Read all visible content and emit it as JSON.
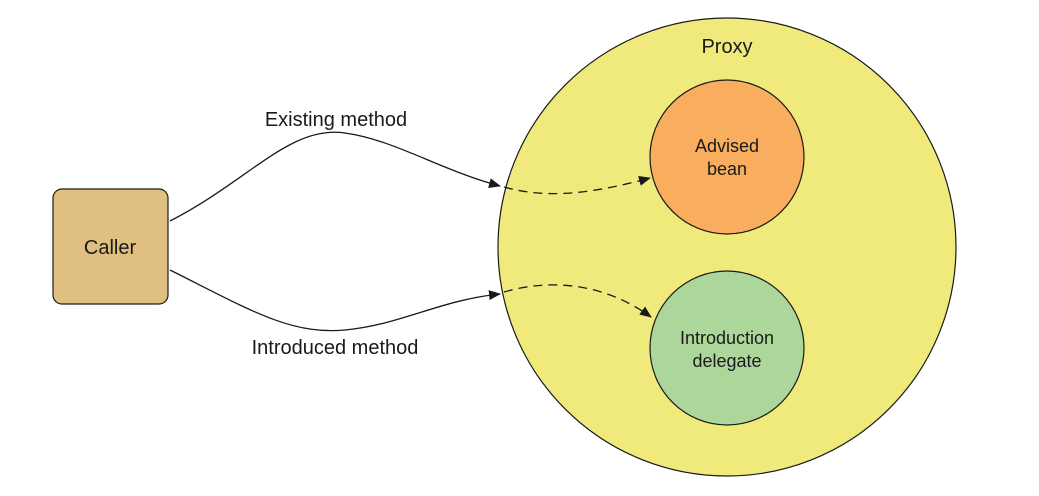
{
  "nodes": {
    "caller": {
      "label": "Caller",
      "fill": "#e0c080"
    },
    "proxy": {
      "label": "Proxy",
      "fill": "#f0ea7c"
    },
    "advised_bean": {
      "line1": "Advised",
      "line2": "bean",
      "fill": "#f9ad5f"
    },
    "introduction_delegate": {
      "line1": "Introduction",
      "line2": "delegate",
      "fill": "#acd69a"
    }
  },
  "edges": {
    "existing_method": {
      "label": "Existing method"
    },
    "introduced_method": {
      "label": "Introduced method"
    }
  },
  "colors": {
    "stroke": "#1a1a1a",
    "background": "#ffffff"
  }
}
